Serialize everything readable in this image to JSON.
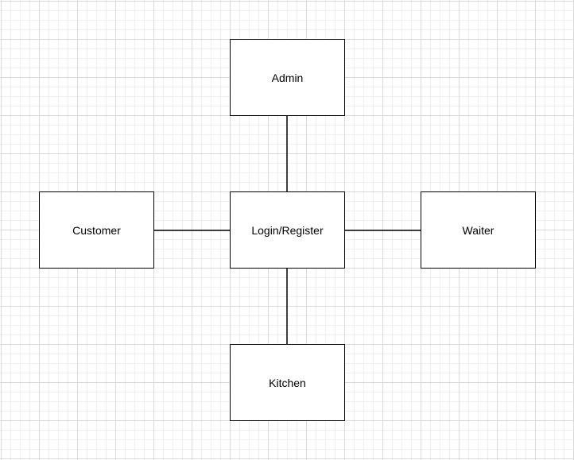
{
  "diagram": {
    "nodes": [
      {
        "id": "admin",
        "label": "Admin"
      },
      {
        "id": "customer",
        "label": "Customer"
      },
      {
        "id": "login",
        "label": "Login/Register"
      },
      {
        "id": "waiter",
        "label": "Waiter"
      },
      {
        "id": "kitchen",
        "label": "Kitchen"
      }
    ],
    "edges": [
      {
        "from": "admin",
        "to": "login"
      },
      {
        "from": "customer",
        "to": "login"
      },
      {
        "from": "login",
        "to": "waiter"
      },
      {
        "from": "login",
        "to": "kitchen"
      }
    ]
  },
  "colors": {
    "stroke": "#000000",
    "node_fill": "#ffffff",
    "grid_major": "#d9d9d9",
    "grid_minor": "#f0f0f0"
  }
}
